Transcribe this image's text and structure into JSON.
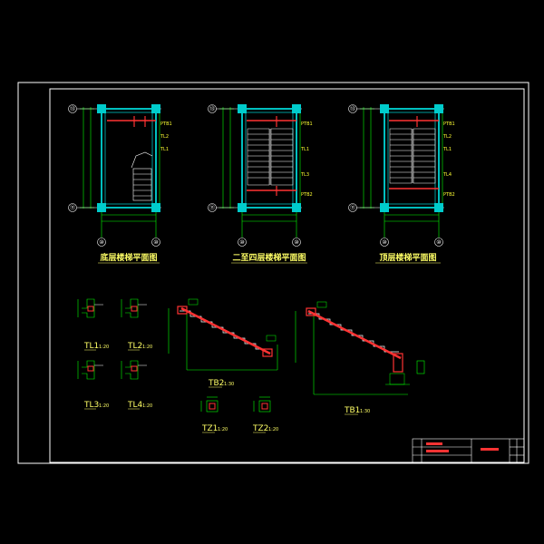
{
  "drawing": {
    "plans": [
      {
        "title": "底层楼梯平面图",
        "axis_top": "⑬",
        "axis_bottom": "⑪",
        "axis_left": "⑩",
        "axis_right": "⑩"
      },
      {
        "title": "二至四层楼梯平面图",
        "axis_top": "⑬",
        "axis_bottom": "⑪",
        "axis_left": "⑩",
        "axis_right": "⑩"
      },
      {
        "title": "顶层楼梯平面图",
        "axis_top": "⑬",
        "axis_bottom": "⑪",
        "axis_left": "⑩",
        "axis_right": "⑩"
      }
    ],
    "plan_tags": [
      "PTB1",
      "TL2",
      "TL1",
      "PTB2",
      "TL3",
      "TL4"
    ],
    "beam_details": [
      {
        "label": "TL1",
        "scale": "1:20"
      },
      {
        "label": "TL2",
        "scale": "1:20"
      },
      {
        "label": "TL3",
        "scale": "1:20"
      },
      {
        "label": "TL4",
        "scale": "1:20"
      }
    ],
    "column_details": [
      {
        "label": "TZ1",
        "scale": "1:20"
      },
      {
        "label": "TZ2",
        "scale": "1:20"
      }
    ],
    "stair_sections": [
      {
        "label": "TB2",
        "scale": "1:30"
      },
      {
        "label": "TB1",
        "scale": "1:30"
      }
    ]
  },
  "colors": {
    "background": "#000000",
    "border": "#ffffff",
    "wall": "#00ffff",
    "column": "#00cccc",
    "dimension": "#00ff00",
    "rebar": "#ff3333",
    "text": "#ffff66"
  }
}
